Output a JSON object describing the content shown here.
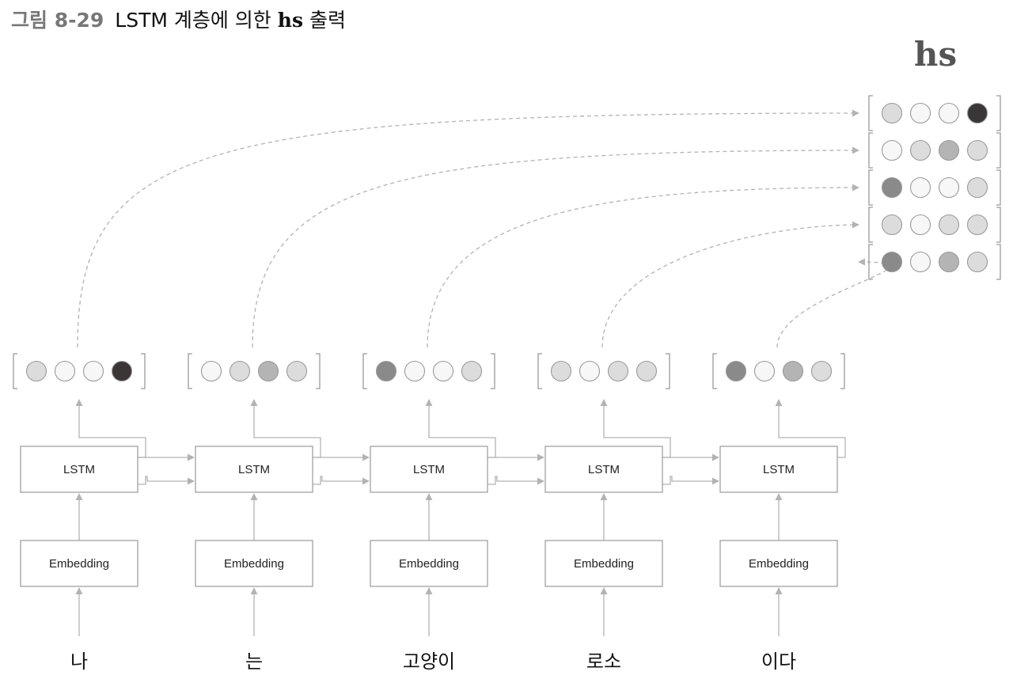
{
  "figure": {
    "number": "그림 8-29",
    "title_prefix": "LSTM 계층에 의한",
    "title_hs": "hs",
    "title_suffix": "출력"
  },
  "hs_label": "hs",
  "layer_labels": {
    "lstm": "LSTM",
    "embedding": "Embedding"
  },
  "words": [
    "나",
    "는",
    "고양이",
    "로소",
    "이다"
  ],
  "colors": {
    "shade_0": "#f7f7f7",
    "shade_1": "#dcdcdc",
    "shade_2": "#b4b4b4",
    "shade_3": "#8a8a8a",
    "shade_4": "#3a3636",
    "stroke": "#9a9a9a",
    "arrow": "#b3b3b3"
  },
  "hidden_states": [
    [
      1,
      0,
      0,
      4
    ],
    [
      0,
      1,
      2,
      1
    ],
    [
      3,
      0,
      0,
      1
    ],
    [
      1,
      0,
      1,
      1
    ],
    [
      3,
      0,
      2,
      1
    ]
  ]
}
